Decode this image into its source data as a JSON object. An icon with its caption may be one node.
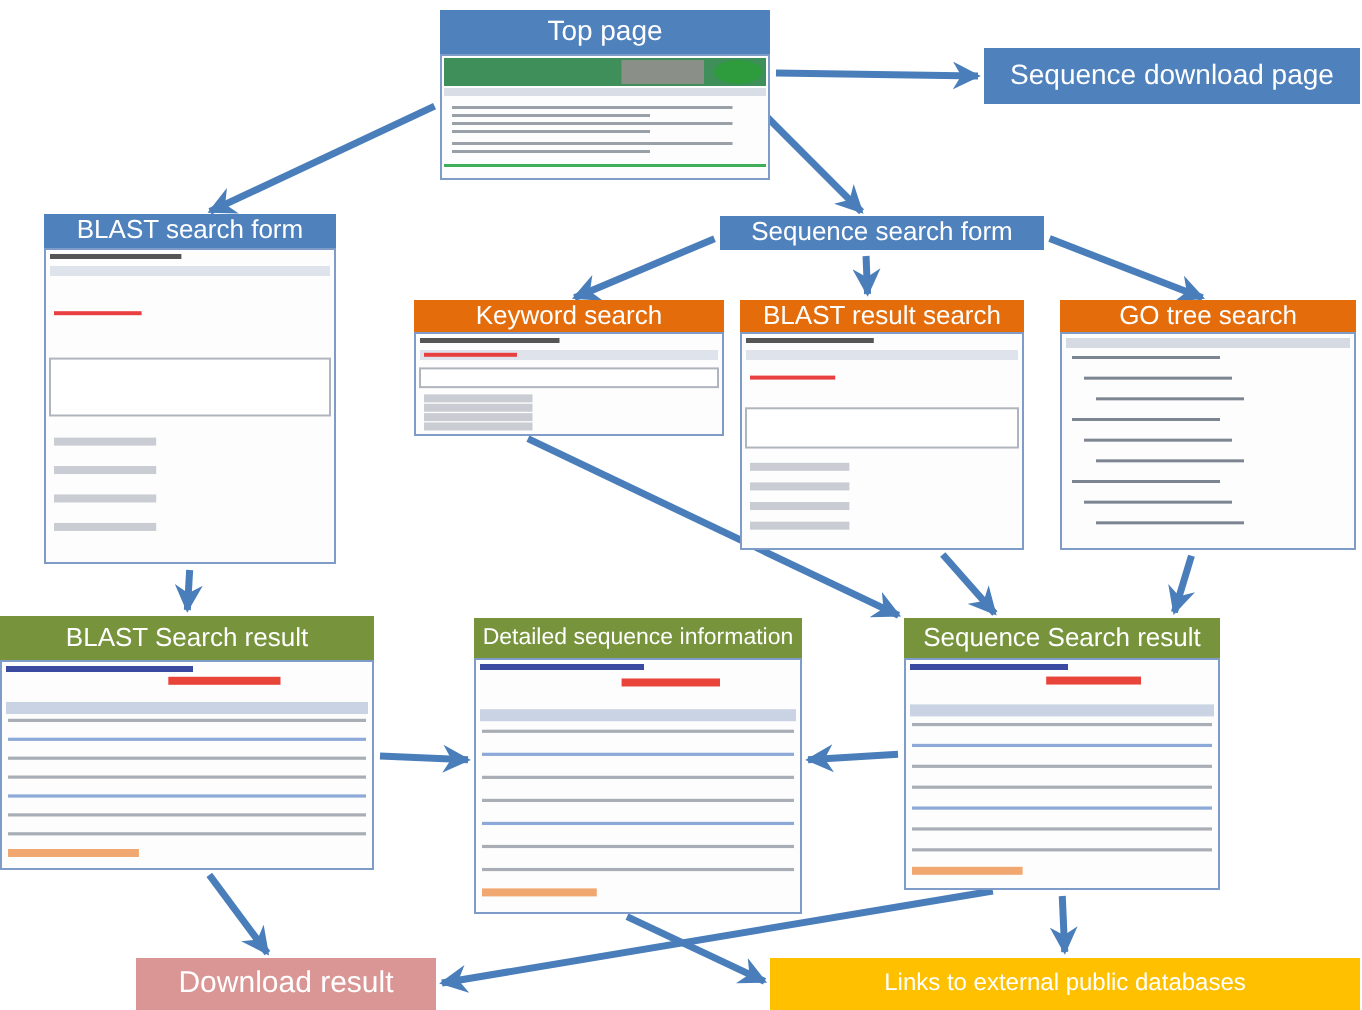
{
  "diagram": {
    "nodes": [
      {
        "text": [
          "Top page"
        ]
      },
      {
        "text": [
          "Sequence download page"
        ]
      },
      {
        "text": [
          "BLAST search form"
        ]
      },
      {
        "text": [
          "Sequence search form"
        ]
      },
      {
        "text": [
          "Keyword search"
        ]
      },
      {
        "text": [
          "BLAST result search"
        ]
      },
      {
        "text": [
          "GO tree search"
        ]
      },
      {
        "text": [
          "BLAST Search result"
        ]
      },
      {
        "text": [
          "Detailed sequence information"
        ]
      },
      {
        "text": [
          "Sequence Search result"
        ]
      },
      {
        "text": [
          "Download result"
        ]
      },
      {
        "text": [
          "Links to external public databases"
        ]
      }
    ],
    "edges": [
      {
        "from": 0,
        "to": 1,
        "arrow": "to"
      },
      {
        "from": 0,
        "to": 2,
        "arrow": "to"
      },
      {
        "from": 0,
        "to": 3,
        "arrow": "to"
      },
      {
        "from": 3,
        "to": 4,
        "arrow": "to"
      },
      {
        "from": 3,
        "to": 5,
        "arrow": "to"
      },
      {
        "from": 3,
        "to": 6,
        "arrow": "to"
      },
      {
        "from": 2,
        "to": 7,
        "arrow": "to"
      },
      {
        "from": 4,
        "to": 9,
        "arrow": "to"
      },
      {
        "from": 5,
        "to": 9,
        "arrow": "to"
      },
      {
        "from": 6,
        "to": 9,
        "arrow": "to"
      },
      {
        "from": 7,
        "to": 8,
        "arrow": "to"
      },
      {
        "from": 9,
        "to": 8,
        "arrow": "to"
      },
      {
        "from": 7,
        "to": 10,
        "arrow": "to"
      },
      {
        "from": 9,
        "to": 10,
        "arrow": "to"
      },
      {
        "from": 8,
        "to": 11,
        "arrow": "to"
      },
      {
        "from": 9,
        "to": 11,
        "arrow": "to"
      }
    ]
  }
}
